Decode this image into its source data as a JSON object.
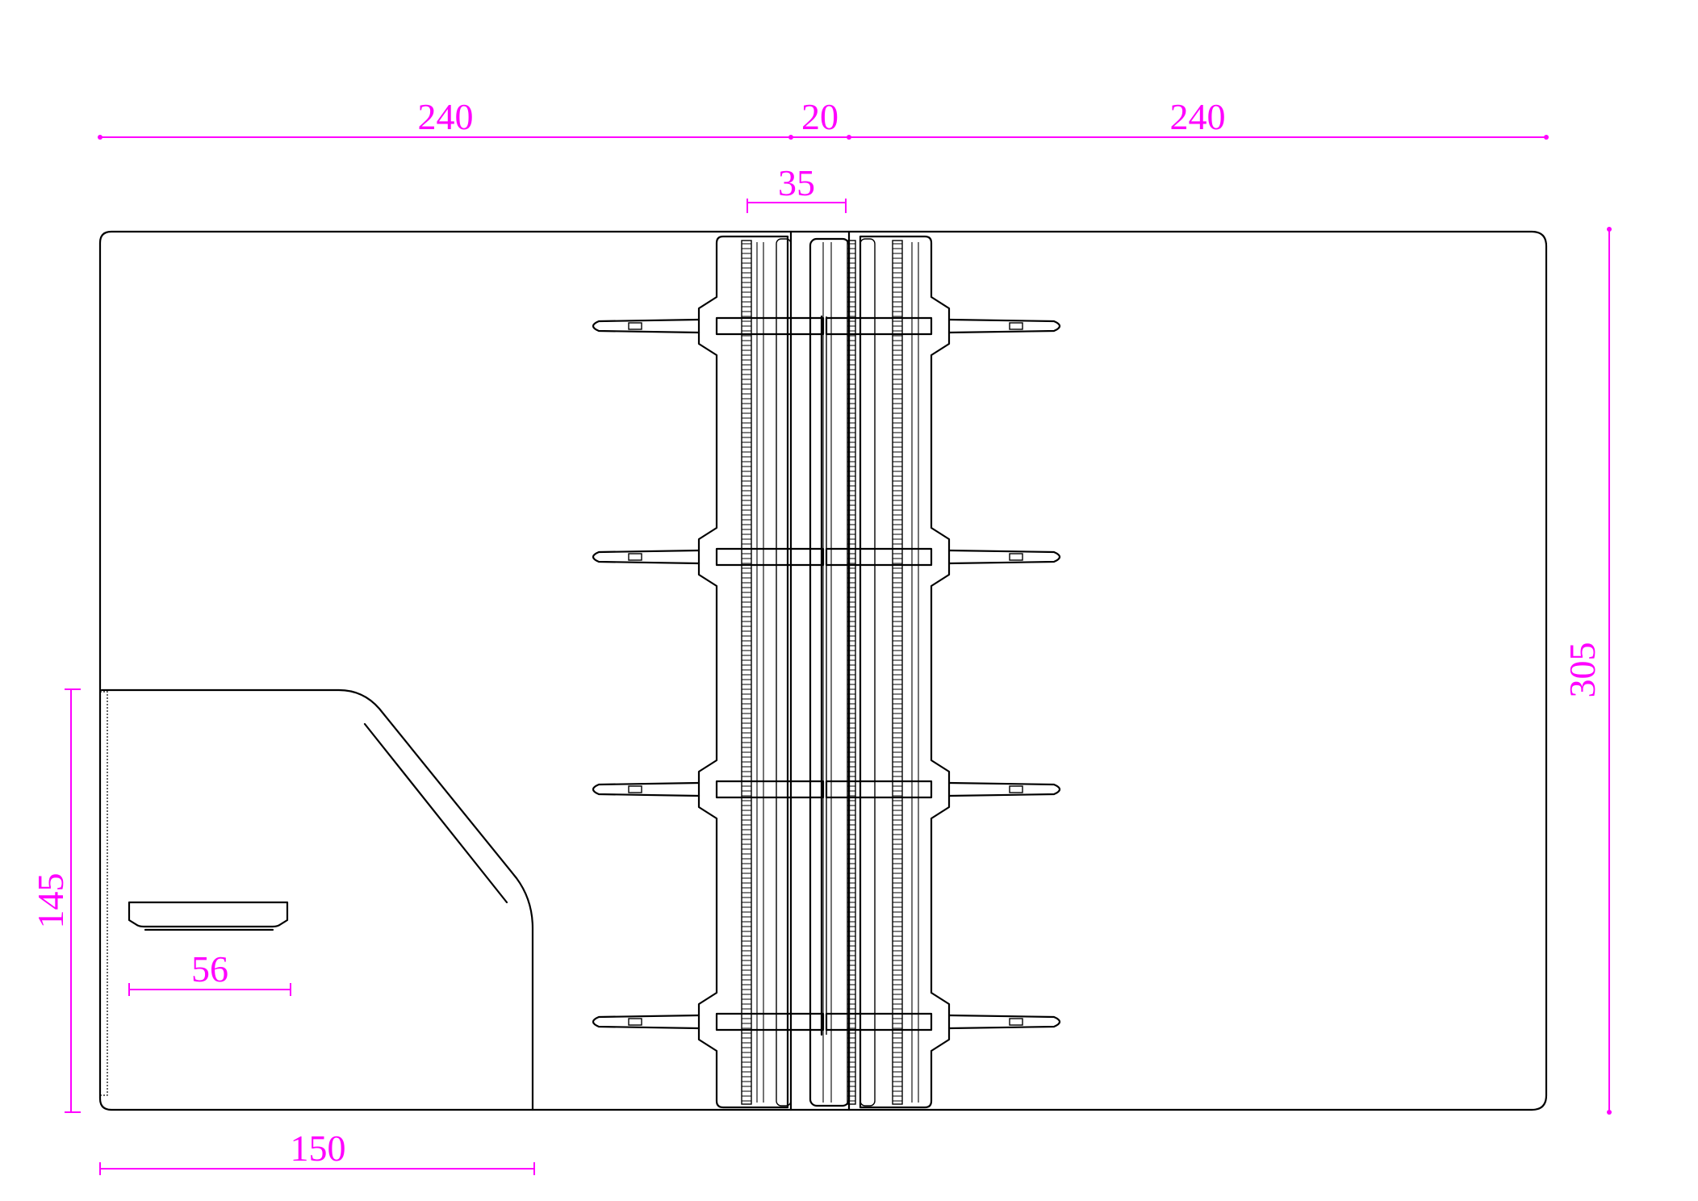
{
  "colors": {
    "dimension": "#ff00ff",
    "outline": "#000000",
    "background": "#ffffff"
  },
  "dimensions": {
    "left_panel_width": "240",
    "spine_width": "20",
    "right_panel_width": "240",
    "ring_mechanism_width": "35",
    "total_height": "305",
    "pocket_height": "145",
    "pocket_width": "150",
    "card_slot_width": "56"
  },
  "rings": {
    "count": 4
  }
}
